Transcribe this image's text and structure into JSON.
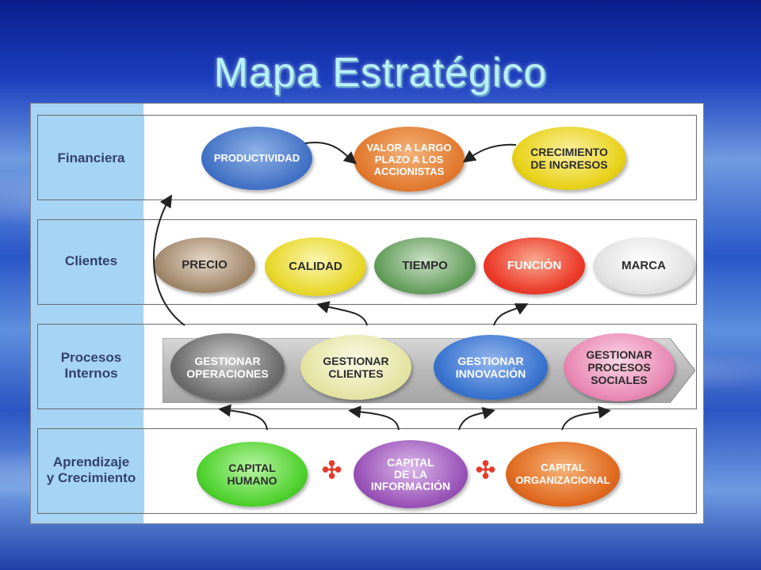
{
  "title": "Mapa Estratégico",
  "rows": {
    "financiera": "Financiera",
    "clientes": "Clientes",
    "procesos_line1": "Procesos",
    "procesos_line2": "Internos",
    "aprendizaje_line1": "Aprendizaje",
    "aprendizaje_line2": "y Crecimiento"
  },
  "financiera": {
    "productividad": "PRODUCTIVIDAD",
    "valor_line1": "VALOR A LARGO",
    "valor_line2": "PLAZO A LOS",
    "valor_line3": "ACCIONISTAS",
    "crecimiento_line1": "CRECIMIENTO",
    "crecimiento_line2": "DE INGRESOS"
  },
  "clientes": {
    "precio": "PRECIO",
    "calidad": "CALIDAD",
    "tiempo": "TIEMPO",
    "funcion": "FUNCIÓN",
    "marca": "MARCA"
  },
  "procesos": {
    "operaciones_line1": "GESTIONAR",
    "operaciones_line2": "OPERACIONES",
    "clientes_line1": "GESTIONAR",
    "clientes_line2": "CLIENTES",
    "innovacion_line1": "GESTIONAR",
    "innovacion_line2": "INNOVACIÓN",
    "sociales_line1": "GESTIONAR",
    "sociales_line2": "PROCESOS",
    "sociales_line3": "SOCIALES"
  },
  "aprendizaje": {
    "humano_line1": "CAPITAL",
    "humano_line2": "HUMANO",
    "info_line1": "CAPITAL",
    "info_line2": "DE LA",
    "info_line3": "INFORMACIÓN",
    "org_line1": "CAPITAL",
    "org_line2": "ORGANIZACIONAL"
  },
  "colors": {
    "productividad": "#3f6fc4",
    "valor": "#e0762a",
    "crecimiento": "#e8d21a",
    "precio": "#9e8466",
    "calidad": "#e8d82a",
    "tiempo": "#5f9a57",
    "funcion": "#ec3a2a",
    "marca": "#e2e2e2",
    "operaciones": "#6e6e6e",
    "gclientes": "#e3e2a0",
    "innovacion": "#3a74cf",
    "sociales": "#e889b4",
    "humano": "#4fd22e",
    "info": "#9a55b8",
    "org": "#e06a20",
    "plus": "#e63a2a"
  },
  "icons": [
    "plus-sign-icon",
    "plus-sign-icon"
  ]
}
